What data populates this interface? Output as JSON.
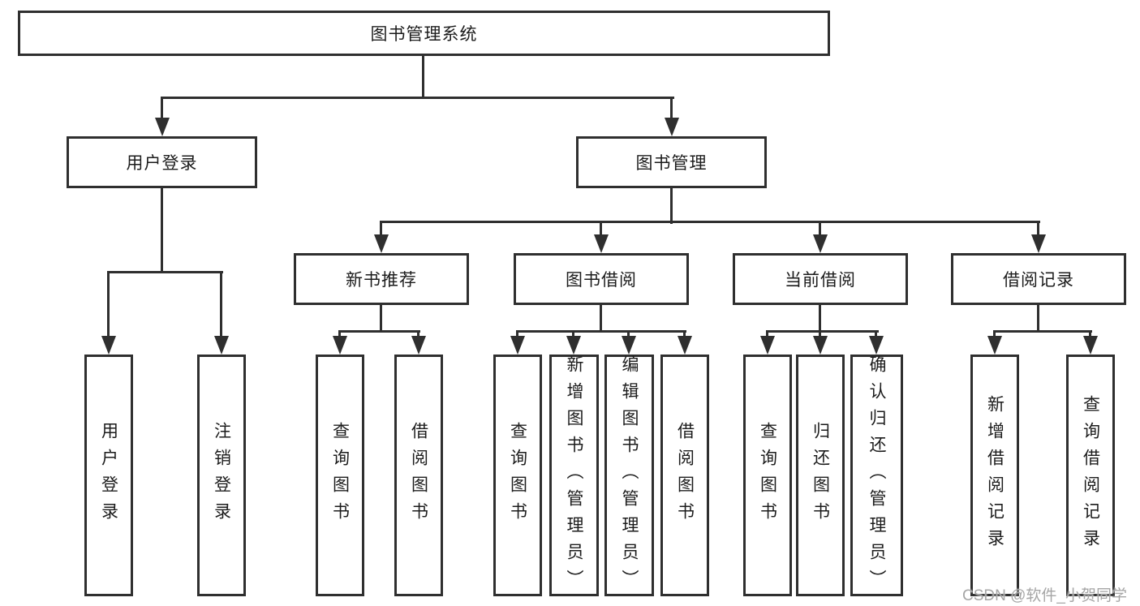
{
  "diagram": {
    "title": "图书管理系统",
    "type": "function-structure-tree",
    "colors": {
      "line": "#2f2f2f",
      "box_border": "#2f2f2f",
      "text": "#1c1c1c",
      "watermark": "#a6a6a6",
      "background": "#ffffff"
    },
    "nodes": {
      "root": "图书管理系统",
      "userLogin": "用户登录",
      "bookMgmt": "图书管理",
      "newBookRec": "新书推荐",
      "bookBorrow": "图书借阅",
      "currentBorrow": "当前借阅",
      "borrowRecords": "借阅记录",
      "leafUserLogin": "用户登录",
      "leafLogout": "注销登录",
      "leafNbQuery": "查询图书",
      "leafNbBorrow": "借阅图书",
      "leafBbQuery": "查询图书",
      "leafBbAdd": "新增图书（管理员）",
      "leafBbEdit": "编辑图书（管理员）",
      "leafBbBorrow": "借阅图书",
      "leafCbQuery": "查询图书",
      "leafCbReturn": "归还图书",
      "leafCbConfirm": "确认归还（管理员）",
      "leafBrAdd": "新增借阅记录",
      "leafBrQuery": "查询借阅记录"
    },
    "hierarchy": {
      "图书管理系统": {
        "用户登录": [
          "用户登录",
          "注销登录"
        ],
        "图书管理": {
          "新书推荐": [
            "查询图书",
            "借阅图书"
          ],
          "图书借阅": [
            "查询图书",
            "新增图书（管理员）",
            "编辑图书（管理员）",
            "借阅图书"
          ],
          "当前借阅": [
            "查询图书",
            "归还图书",
            "确认归还（管理员）"
          ],
          "借阅记录": [
            "新增借阅记录",
            "查询借阅记录"
          ]
        }
      }
    },
    "watermark": "CSDN @软件_小贺同学"
  }
}
